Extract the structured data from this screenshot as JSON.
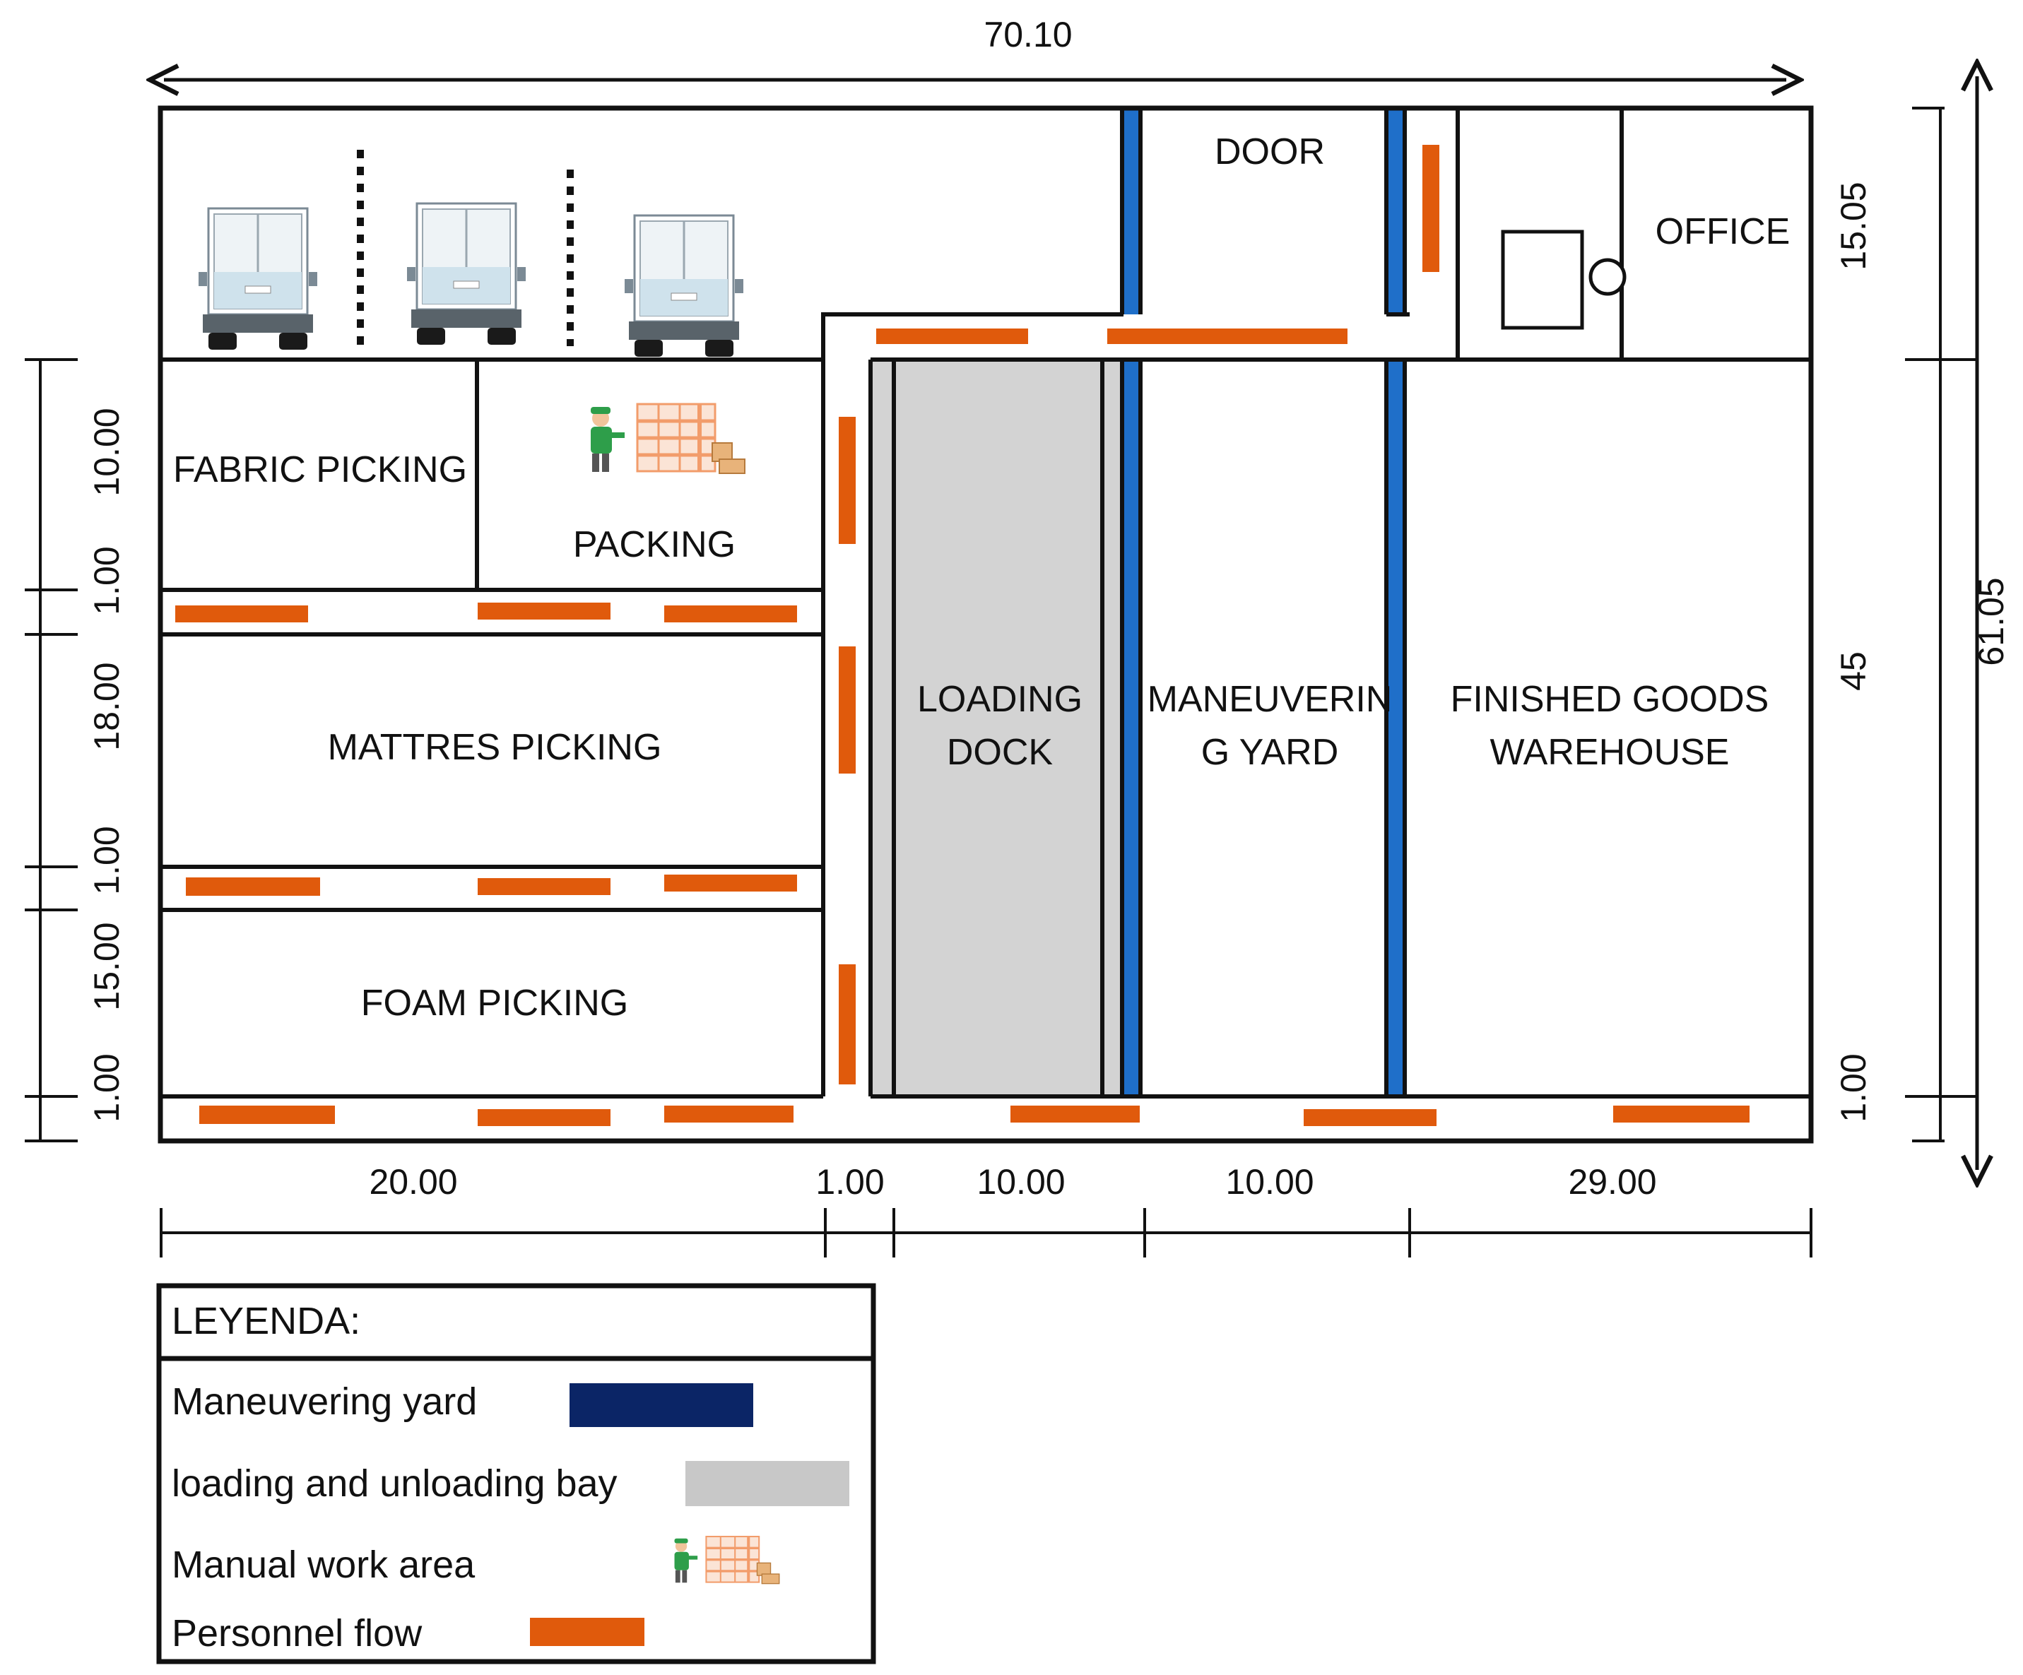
{
  "dimensions": {
    "overall_width": "70.10",
    "overall_height": "61.05",
    "right_top": "15.05",
    "right_middle": "45",
    "right_bottom": "1.00",
    "left_rows": [
      "10.00",
      "1.00",
      "18.00",
      "1.00",
      "15.00",
      "1.00"
    ],
    "bottom_cols": [
      "20.00",
      "1.00",
      "10.00",
      "10.00",
      "29.00"
    ]
  },
  "rooms": {
    "door": "DOOR",
    "office": "OFFICE",
    "fabric_picking": "FABRIC PICKING",
    "packing": "PACKING",
    "mattres_picking": "MATTRES PICKING",
    "foam_picking": "FOAM PICKING",
    "loading_dock": [
      "LOADING",
      "DOCK"
    ],
    "maneuvering_yard": [
      "MANEUVERIN",
      "G YARD"
    ],
    "finished_goods": [
      "FINISHED GOODS",
      "WAREHOUSE"
    ]
  },
  "legend": {
    "title": "LEYENDA:",
    "items": [
      {
        "label": "Maneuvering yard",
        "swatch": "blue-bar"
      },
      {
        "label": "loading and unloading bay",
        "swatch": "gray-bar"
      },
      {
        "label": "Manual work area",
        "swatch": "worker-shelf-icon"
      },
      {
        "label": "Personnel flow",
        "swatch": "orange-bar"
      }
    ]
  },
  "colors": {
    "maneuvering_yard": "#1f6fc9",
    "legend_maneuvering": "#0b2566",
    "loading_bay": "#d3d3d3",
    "personnel_flow": "#e05a0c",
    "shelf": "#f29c6b",
    "worker": "#2e9e4a"
  }
}
